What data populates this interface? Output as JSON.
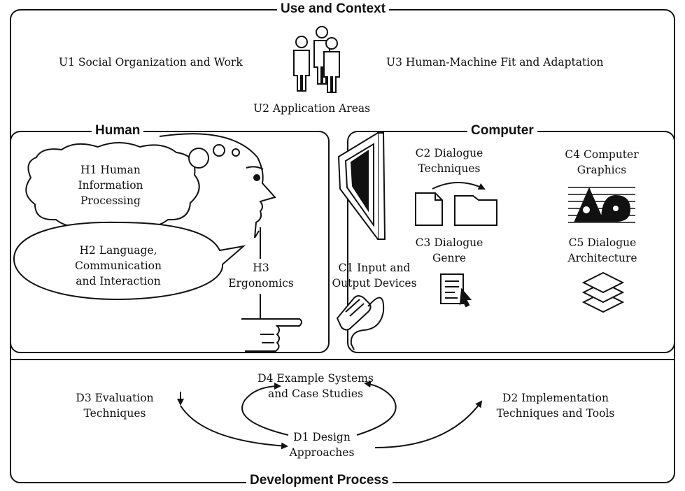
{
  "sections": {
    "use_context": "Use and Context",
    "human": "Human",
    "computer": "Computer",
    "development": "Development Process"
  },
  "use": {
    "u1": "U1 Social Organization and Work",
    "u2": "U2 Application Areas",
    "u3": "U3 Human-Machine Fit and Adaptation"
  },
  "human": {
    "h1": [
      "H1 Human",
      "Information",
      "Processing"
    ],
    "h2": [
      "H2 Language,",
      "Communication",
      "and Interaction"
    ],
    "h3": [
      "H3",
      "Ergonomics"
    ]
  },
  "computer": {
    "c1": [
      "C1 Input and",
      "Output Devices"
    ],
    "c2": [
      "C2 Dialogue",
      "Techniques"
    ],
    "c3": [
      "C3 Dialogue",
      "Genre"
    ],
    "c4": [
      "C4 Computer",
      "Graphics"
    ],
    "c5": [
      "C5 Dialogue",
      "Architecture"
    ]
  },
  "development": {
    "d1": [
      "D1 Design",
      "Approaches"
    ],
    "d2": [
      "D2 Implementation",
      "Techniques and Tools"
    ],
    "d3": [
      "D3 Evaluation",
      "Techniques"
    ],
    "d4": [
      "D4 Example Systems",
      "and Case Studies"
    ]
  },
  "icons": [
    "people-icon",
    "face-profile-icon",
    "thought-cloud-icon",
    "speech-bubble-icon",
    "pointing-hand-icon",
    "monitor-icon",
    "mouse-icon",
    "documents-icon",
    "form-cursor-icon",
    "graphics-icon",
    "layers-icon"
  ]
}
